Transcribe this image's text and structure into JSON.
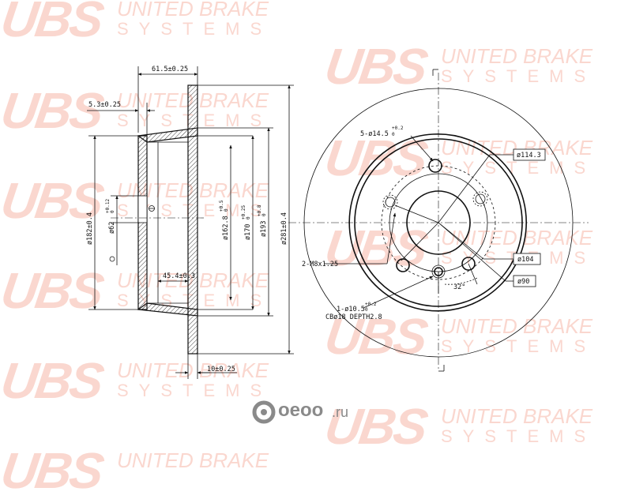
{
  "watermark": {
    "logo": "UBS",
    "line1": "UNITED BRAKE",
    "line2": "SYSTEMS"
  },
  "side_view": {
    "dims": {
      "width_total": "61.5±0.25",
      "thickness_hat": "5.3±0.25",
      "hub_depth": "45.4±0.3",
      "disc_thickness": "10±0.25",
      "d182": "ø182±0.4",
      "d62": "ø62",
      "d62_tol": "+0.12",
      "d62_tol2": "0",
      "d162": "ø162.8",
      "d162_tol": "+0.5",
      "d162_tol2": "0",
      "d170": "ø170",
      "d170_tol": "+0.25",
      "d170_tol2": "0",
      "d193": "ø193",
      "d193_tol": "+0.8",
      "d193_tol2": "0",
      "d281": "ø281±0.4"
    }
  },
  "front_view": {
    "labels": {
      "holes": "5-ø14.5",
      "holes_tol": "+0.2",
      "holes_tol2": "0",
      "pcd": "ø114.3",
      "threads": "2-M8x1.25",
      "d104": "ø104",
      "d90": "ø90",
      "angle": "32°",
      "pilot": "1-ø10.5",
      "pilot_tol": "+0.2",
      "pilot_tol2": "0",
      "csink": "CBø18 DEPTH2.8"
    }
  },
  "brand": {
    "name": "oeoo",
    "domain": ".ru"
  },
  "colors": {
    "watermark": "#ec7052",
    "lines": "#111111",
    "brand_gray": "#8a8a8a"
  }
}
